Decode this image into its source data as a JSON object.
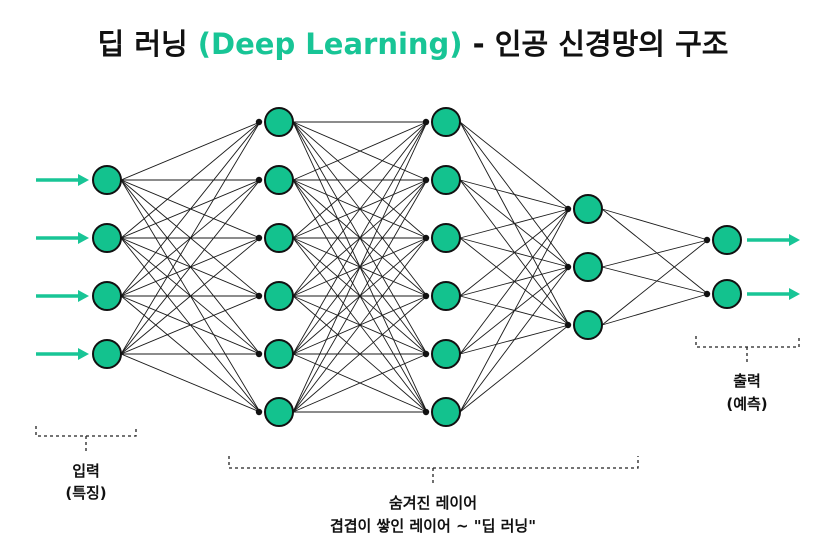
{
  "title": {
    "prefix": "딥 러닝 ",
    "highlight": "(Deep Learning)",
    "suffix": " - 인공 신경망의 구조"
  },
  "colors": {
    "node_fill": "#13c28e",
    "accent": "#18c596",
    "line": "#1a1a1a"
  },
  "layers": [
    {
      "name": "input",
      "nodes": 4
    },
    {
      "name": "hidden-1",
      "nodes": 6
    },
    {
      "name": "hidden-2",
      "nodes": 6
    },
    {
      "name": "hidden-3",
      "nodes": 3
    },
    {
      "name": "output",
      "nodes": 2
    }
  ],
  "labels": {
    "input": {
      "line1": "입력",
      "line2": "(특징)"
    },
    "hidden": {
      "line1": "숨겨진 레이어",
      "line2": "겹겹이 쌓인 레이어 ~ \"딥 러닝\""
    },
    "output": {
      "line1": "출력",
      "line2": "(예측)"
    }
  },
  "icons": {
    "input_arrows": "arrow-right-icon",
    "output_arrows": "arrow-right-icon"
  }
}
